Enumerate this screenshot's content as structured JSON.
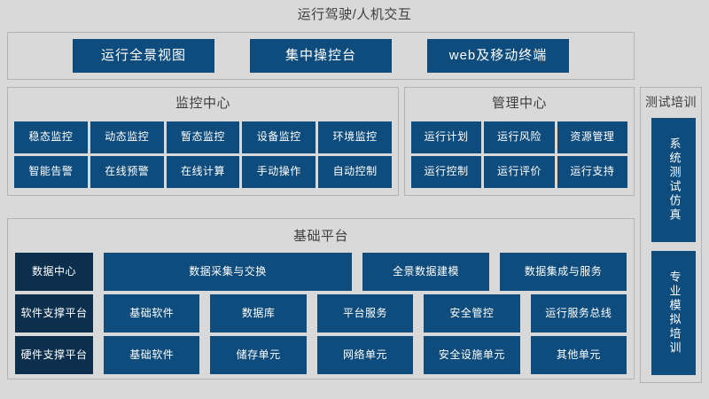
{
  "diagram": {
    "top_title": "运行驾驶/人机交互",
    "colors": {
      "background": "#d9d9d9",
      "panel_border": "#b3b3b3",
      "tile_blue": "#0e4c7d",
      "tile_dark_blue": "#0c2f4d",
      "title_text": "#3f3f3f",
      "tile_text": "#ffffff"
    },
    "interaction": {
      "items": [
        {
          "label": "运行全景视图"
        },
        {
          "label": "集中操控台"
        },
        {
          "label": "web及移动终端"
        }
      ]
    },
    "monitor_center": {
      "title": "监控中心",
      "items": [
        {
          "label": "稳态监控"
        },
        {
          "label": "动态监控"
        },
        {
          "label": "暂态监控"
        },
        {
          "label": "设备监控"
        },
        {
          "label": "环境监控"
        },
        {
          "label": "智能告警"
        },
        {
          "label": "在线预警"
        },
        {
          "label": "在线计算"
        },
        {
          "label": "手动操作"
        },
        {
          "label": "自动控制"
        }
      ]
    },
    "manage_center": {
      "title": "管理中心",
      "items": [
        {
          "label": "运行计划"
        },
        {
          "label": "运行风险"
        },
        {
          "label": "资源管理"
        },
        {
          "label": "运行控制"
        },
        {
          "label": "运行评价"
        },
        {
          "label": "运行支持"
        }
      ]
    },
    "platform": {
      "title": "基础平台",
      "rows": [
        {
          "label": "数据中心",
          "tiles": [
            {
              "label": "数据采集与交换",
              "wide": true
            },
            {
              "label": "全景数据建模",
              "wide": false
            },
            {
              "label": "数据集成与服务",
              "wide": false
            }
          ]
        },
        {
          "label": "软件支撑平台",
          "tiles": [
            {
              "label": "基础软件",
              "wide": false
            },
            {
              "label": "数据库",
              "wide": false
            },
            {
              "label": "平台服务",
              "wide": false
            },
            {
              "label": "安全管控",
              "wide": false
            },
            {
              "label": "运行服务总线",
              "wide": false
            }
          ]
        },
        {
          "label": "硬件支撑平台",
          "tiles": [
            {
              "label": "基础软件",
              "wide": false
            },
            {
              "label": "储存单元",
              "wide": false
            },
            {
              "label": "网络单元",
              "wide": false
            },
            {
              "label": "安全设施单元",
              "wide": false
            },
            {
              "label": "其他单元",
              "wide": false
            }
          ]
        }
      ]
    },
    "training": {
      "title": "测试培训",
      "items": [
        {
          "label": "系统测试仿真"
        },
        {
          "label": "专业模拟培训"
        }
      ]
    }
  }
}
